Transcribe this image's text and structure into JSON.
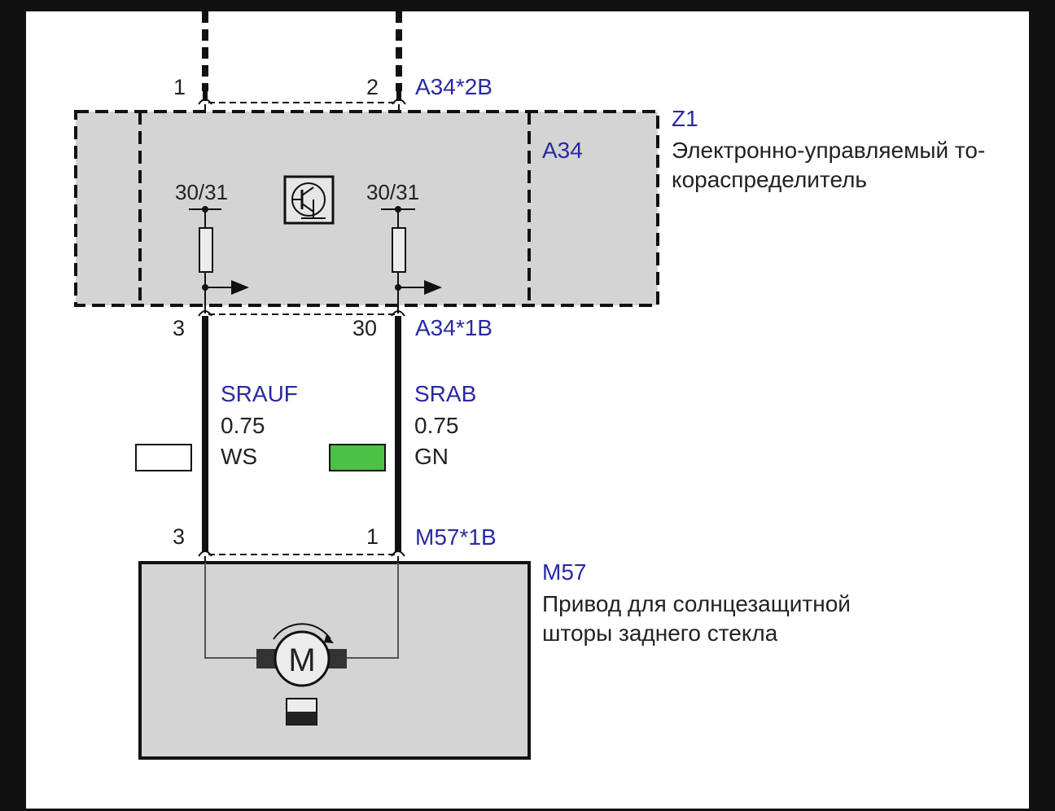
{
  "connectors": {
    "top": "A34*2B",
    "mid": "A34*1B",
    "bottom": "M57*1B"
  },
  "pins": {
    "top_left": "1",
    "top_right": "2",
    "mid_left": "3",
    "mid_right": "30",
    "bottom_left": "3",
    "bottom_right": "1"
  },
  "module_z1": {
    "id": "Z1",
    "desc_line1": "Электронно-управляемый то-",
    "desc_line2": "кораспределитель"
  },
  "module_a34": {
    "id": "A34",
    "terminal_left": "30/31",
    "terminal_right": "30/31"
  },
  "wires": {
    "left": {
      "signal": "SRAUF",
      "gauge": "0.75",
      "color_code": "WS",
      "swatch": "#ffffff"
    },
    "right": {
      "signal": "SRAB",
      "gauge": "0.75",
      "color_code": "GN",
      "swatch": "#4cc244"
    }
  },
  "motor": {
    "id": "M57",
    "desc_line1": "Привод для солнцезащитной",
    "desc_line2": "шторы заднего стекла",
    "symbol": "M"
  },
  "colors": {
    "label_blue": "#2929a3",
    "box_gray": "#d4d4d4",
    "wire": "#111111"
  }
}
